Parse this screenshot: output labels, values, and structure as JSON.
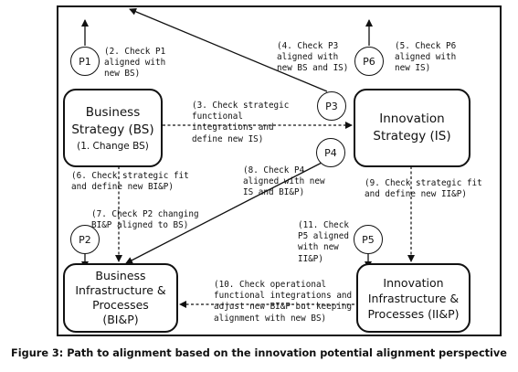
{
  "diagram": {
    "boxes": {
      "bs": {
        "title": "Business\nStrategy (BS)",
        "sub": "(1. Change BS)"
      },
      "is": {
        "title": "Innovation\nStrategy (IS)",
        "sub": ""
      },
      "bip": {
        "title": "Business\nInfrastructure &\nProcesses\n(BI&P)",
        "sub": ""
      },
      "iip": {
        "title": "Innovation\nInfrastructure &\nProcesses (II&P)",
        "sub": ""
      }
    },
    "circles": {
      "p1": "P1",
      "p2": "P2",
      "p3": "P3",
      "p4": "P4",
      "p5": "P5",
      "p6": "P6"
    },
    "labels": {
      "step2": "(2. Check P1\naligned with\nnew BS)",
      "step3": "(3. Check strategic\nfunctional\nintegrations and\ndefine new IS)",
      "step4": "(4. Check P3\naligned with\nnew BS and IS)",
      "step5": "(5. Check P6\naligned with\nnew IS)",
      "step6": "(6. Check strategic fit\nand define new BI&P)",
      "step7": "(7. Check P2 changing\nBI&P aligned to BS)",
      "step8": "(8. Check P4\naligned with new\nIS and BI&P)",
      "step9": "(9. Check strategic fit\nand define new II&P)",
      "step10": "(10. Check operational\nfunctional integrations and\nadjust new BI&P but keeping\nalignment with new BS)",
      "step11": "(11. Check\nP5 aligned\nwith new\nII&P)"
    }
  },
  "caption": "Figure 3: Path to alignment based on the innovation potential alignment perspective"
}
